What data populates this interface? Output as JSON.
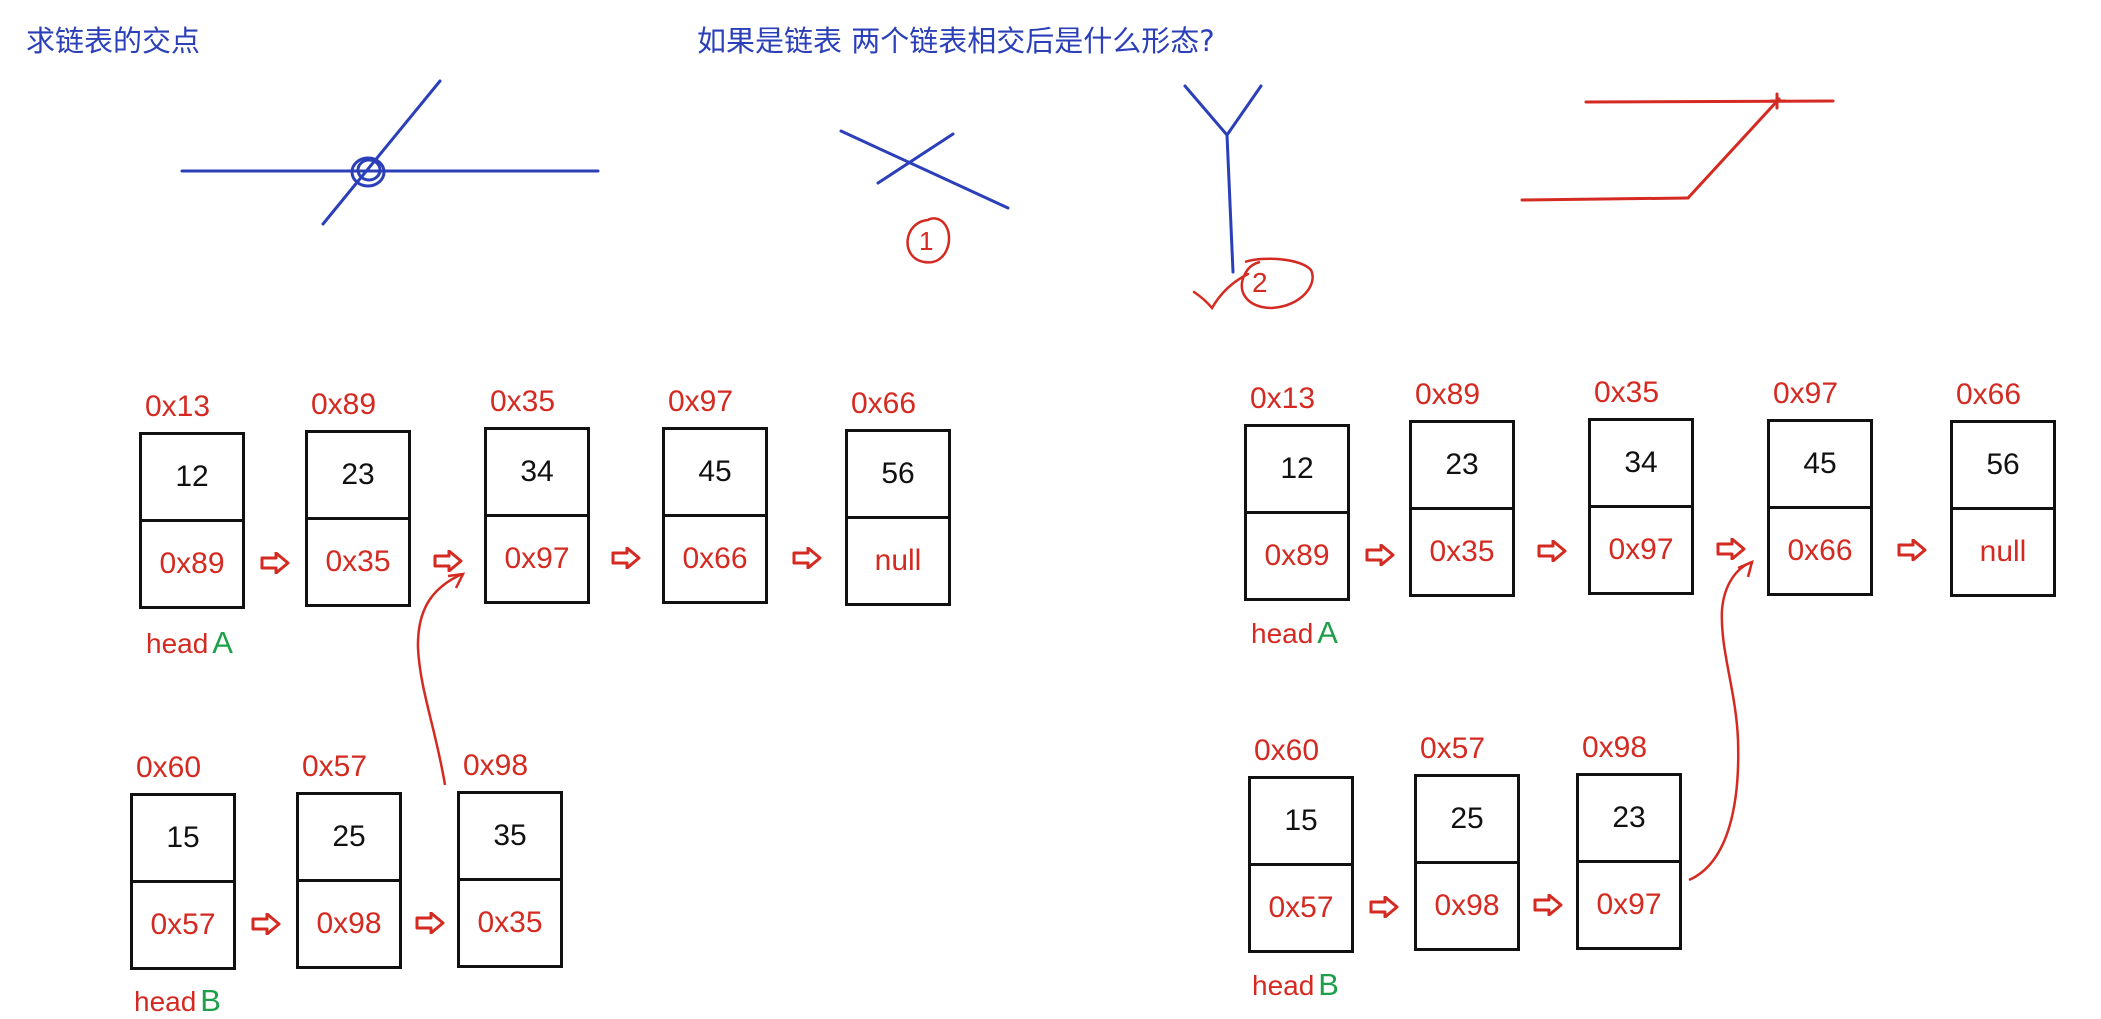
{
  "titles": {
    "left": "求链表的交点",
    "right": "如果是链表  两个链表相交后是什么形态?"
  },
  "labels": {
    "case1": "1",
    "case2": "2"
  },
  "colors": {
    "blue": "#2B3FB8",
    "red": "#D42A21",
    "green": "#1EA04A",
    "black": "#111111"
  },
  "diagrams": {
    "left": {
      "listA": {
        "head_text": "head",
        "head_letter": "A",
        "nodes": [
          {
            "addr": "0x13",
            "value": "12",
            "next": "0x89"
          },
          {
            "addr": "0x89",
            "value": "23",
            "next": "0x35"
          },
          {
            "addr": "0x35",
            "value": "34",
            "next": "0x97"
          },
          {
            "addr": "0x97",
            "value": "45",
            "next": "0x66"
          },
          {
            "addr": "0x66",
            "value": "56",
            "next": "null"
          }
        ]
      },
      "listB": {
        "head_text": "head",
        "head_letter": "B",
        "nodes": [
          {
            "addr": "0x60",
            "value": "15",
            "next": "0x57"
          },
          {
            "addr": "0x57",
            "value": "25",
            "next": "0x98"
          },
          {
            "addr": "0x98",
            "value": "35",
            "next": "0x35"
          }
        ]
      }
    },
    "right": {
      "listA": {
        "head_text": "head",
        "head_letter": "A",
        "nodes": [
          {
            "addr": "0x13",
            "value": "12",
            "next": "0x89"
          },
          {
            "addr": "0x89",
            "value": "23",
            "next": "0x35"
          },
          {
            "addr": "0x35",
            "value": "34",
            "next": "0x97"
          },
          {
            "addr": "0x97",
            "value": "45",
            "next": "0x66"
          },
          {
            "addr": "0x66",
            "value": "56",
            "next": "null"
          }
        ]
      },
      "listB": {
        "head_text": "head",
        "head_letter": "B",
        "nodes": [
          {
            "addr": "0x60",
            "value": "15",
            "next": "0x57"
          },
          {
            "addr": "0x57",
            "value": "25",
            "next": "0x98"
          },
          {
            "addr": "0x98",
            "value": "23",
            "next": "0x97"
          }
        ]
      }
    }
  }
}
